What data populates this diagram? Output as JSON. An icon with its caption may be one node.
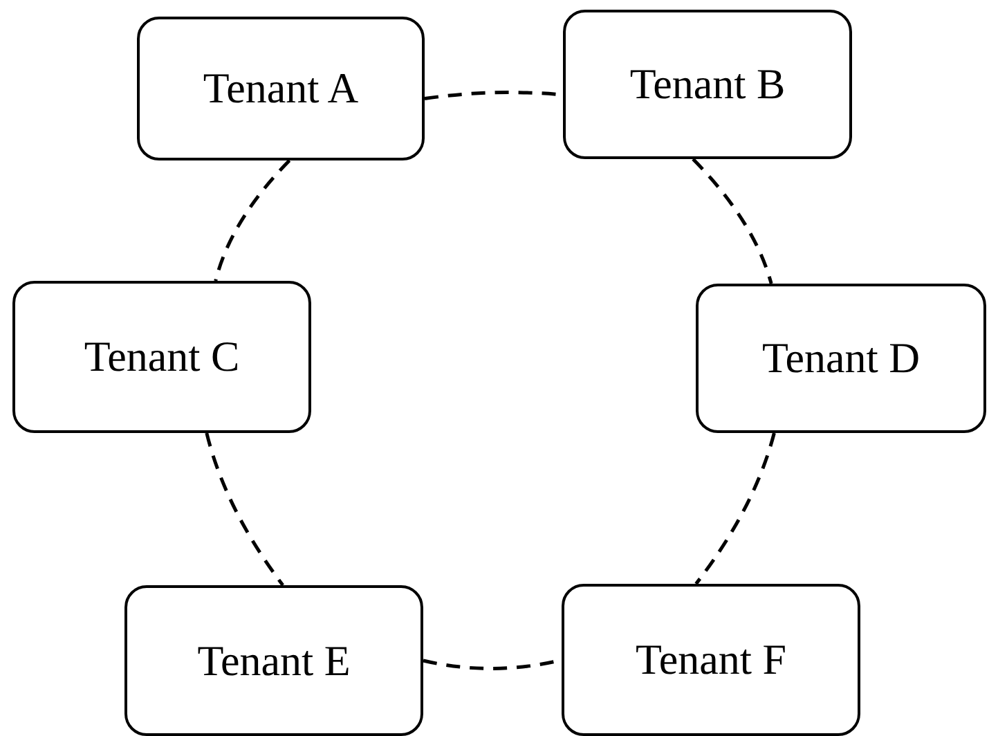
{
  "diagram": {
    "nodes": [
      {
        "text": [
          "Tenant A"
        ]
      },
      {
        "text": [
          "Tenant B"
        ]
      },
      {
        "text": [
          "Tenant C"
        ]
      },
      {
        "text": [
          "Tenant D"
        ]
      },
      {
        "text": [
          "Tenant E"
        ]
      },
      {
        "text": [
          "Tenant F"
        ]
      }
    ],
    "edges": [
      {
        "from": 0,
        "to": 1,
        "arrow": "none",
        "style": "dashed"
      },
      {
        "from": 0,
        "to": 2,
        "arrow": "none",
        "style": "dashed"
      },
      {
        "from": 1,
        "to": 3,
        "arrow": "none",
        "style": "dashed"
      },
      {
        "from": 2,
        "to": 4,
        "arrow": "none",
        "style": "dashed"
      },
      {
        "from": 3,
        "to": 5,
        "arrow": "none",
        "style": "dashed"
      },
      {
        "from": 4,
        "to": 5,
        "arrow": "none",
        "style": "dashed"
      }
    ]
  }
}
